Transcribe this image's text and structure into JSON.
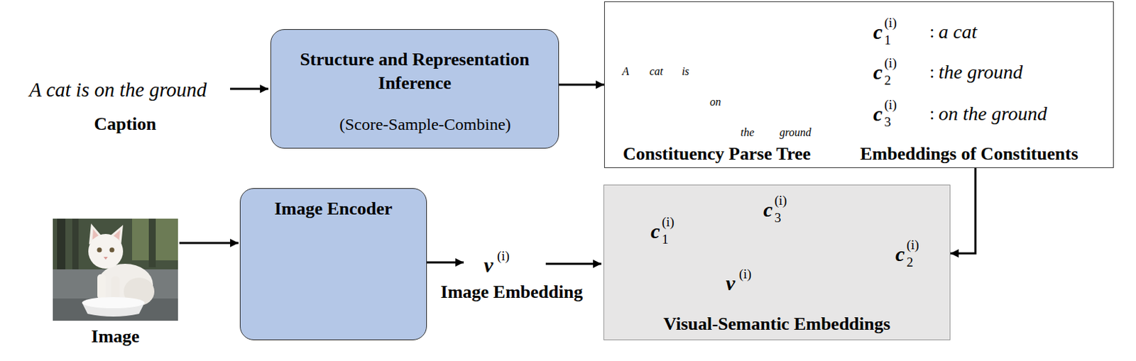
{
  "diagram": {
    "nodes": [
      {
        "text": [
          "Structure and Representation Inference",
          "(Score-Sample-Combine)"
        ]
      },
      {
        "text": [
          "Constituency Parse Tree",
          "Embeddings of Constituents"
        ]
      },
      {
        "text": [
          "Image Encoder"
        ]
      },
      {
        "text": [
          "Visual-Semantic Embeddings"
        ]
      }
    ],
    "edges": [
      {
        "from": 0,
        "to": 1,
        "arrow": "to"
      },
      {
        "from": 1,
        "to": 3,
        "arrow": "to"
      }
    ],
    "labels": [
      "A cat is on the ground",
      "Caption",
      "A",
      "cat",
      "is",
      "on",
      "the",
      "ground",
      "c",
      "1",
      "(i)",
      ":",
      "a cat",
      "c",
      "2",
      "(i)",
      ":",
      "the ground",
      "c",
      "3",
      "(i)",
      ":",
      "on the ground",
      "Image",
      "v",
      "(i)",
      "Image Embedding",
      "c",
      "1",
      "(i)",
      "c",
      "3",
      "(i)",
      "v",
      "(i)",
      "c",
      "2",
      "(i)"
    ]
  }
}
